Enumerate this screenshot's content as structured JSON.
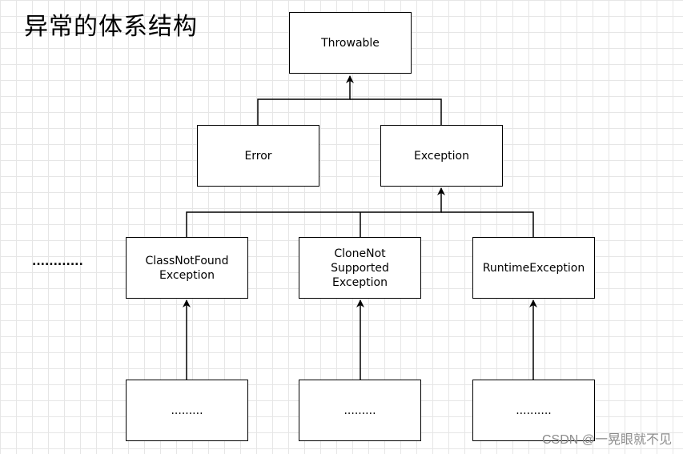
{
  "title": "异常的体系结构",
  "nodes": {
    "throwable": "Throwable",
    "error": "Error",
    "exception": "Exception",
    "class_not_found": "ClassNotFound\nException",
    "clone_not_supported": "CloneNot\nSupported\nException",
    "runtime_exception": "RuntimeException",
    "sub1": ".........",
    "sub2": ".........",
    "sub3": ".........."
  },
  "side_ellipsis": "............",
  "watermark": "CSDN @一晃眼就不见",
  "colors": {
    "stroke": "#000000",
    "grid": "#e6e6e6",
    "background": "#ffffff"
  }
}
